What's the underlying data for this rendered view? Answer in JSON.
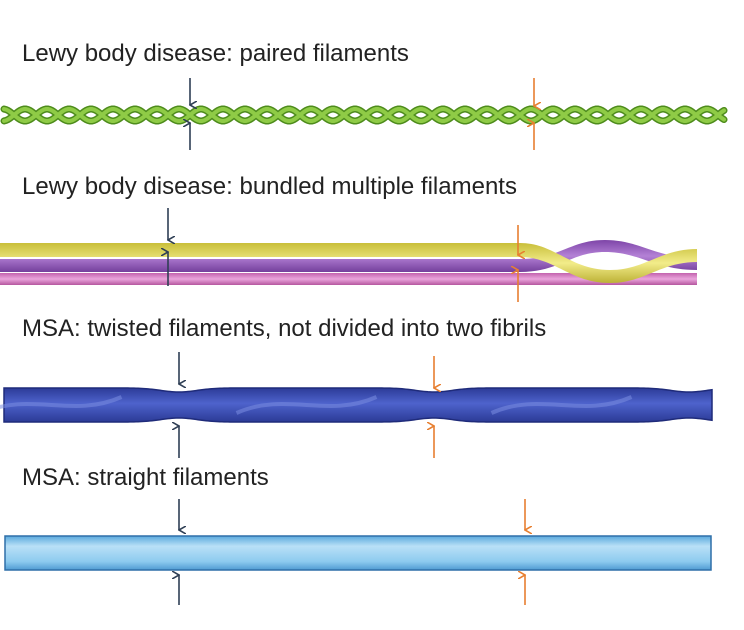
{
  "panels": [
    {
      "title": "Lewy body disease: paired filaments"
    },
    {
      "title": "Lewy body disease: bundled multiple filaments"
    },
    {
      "title": "MSA: twisted filaments, not divided into two fibrils"
    },
    {
      "title": "MSA: straight filaments"
    }
  ],
  "colors": {
    "paired_filament": "#6fae2c",
    "bundle_yellow": "#e4dc5a",
    "bundle_purple": "#9a5cc0",
    "bundle_pink": "#d37cc0",
    "twisted_filament": "#3d4eb8",
    "straight_filament": "#7fc3ec",
    "arrow_dark": "#2f3f55",
    "arrow_orange": "#e77f30"
  }
}
